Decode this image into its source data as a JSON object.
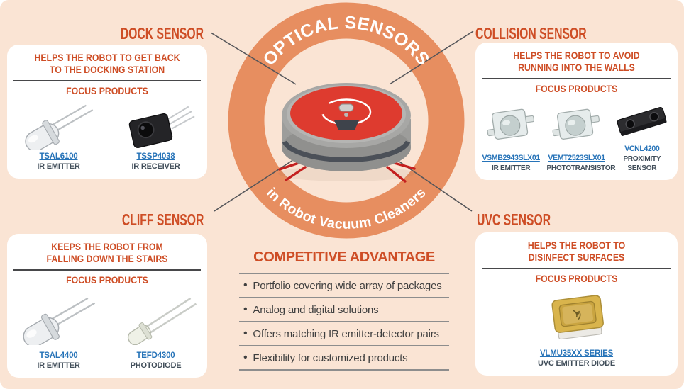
{
  "center": {
    "title": "OPTICAL SENSORS",
    "subtitle": "in Robot Vacuum Cleaners",
    "image": "robot-vacuum-cleaner"
  },
  "sections": {
    "dock": {
      "label": "DOCK SENSOR",
      "description_line1": "HELPS THE ROBOT TO GET BACK",
      "description_line2": "TO THE DOCKING STATION",
      "focus_label": "FOCUS PRODUCTS",
      "products": [
        {
          "name": "TSAL6100",
          "type": "IR EMITTER",
          "image": "through-hole-ir-led"
        },
        {
          "name": "TSSP4038",
          "type": "IR RECEIVER",
          "image": "ir-receiver-module"
        }
      ]
    },
    "collision": {
      "label": "COLLISION SENSOR",
      "description_line1": "HELPS THE ROBOT TO AVOID",
      "description_line2": "RUNNING INTO THE WALLS",
      "focus_label": "FOCUS PRODUCTS",
      "products": [
        {
          "name": "VSMB2943SLX01",
          "type": "IR EMITTER",
          "image": "smd-dome-led"
        },
        {
          "name": "VEMT2523SLX01",
          "type": "PHOTOTRANSISTOR",
          "image": "smd-dome-led"
        },
        {
          "name": "VCNL4200",
          "type": "PROXIMITY SENSOR",
          "image": "proximity-sensor-module"
        }
      ]
    },
    "cliff": {
      "label": "CLIFF SENSOR",
      "description_line1": "KEEPS THE ROBOT FROM",
      "description_line2": "FALLING DOWN THE STAIRS",
      "focus_label": "FOCUS PRODUCTS",
      "products": [
        {
          "name": "TSAL4400",
          "type": "IR EMITTER",
          "image": "through-hole-ir-led"
        },
        {
          "name": "TEFD4300",
          "type": "PHOTODIODE",
          "image": "photodiode-leaded"
        }
      ]
    },
    "uvc": {
      "label": "UVC SENSOR",
      "description_line1": "HELPS THE ROBOT TO",
      "description_line2": "DISINFECT SURFACES",
      "focus_label": "FOCUS PRODUCTS",
      "products": [
        {
          "name": "VLMU35XX SERIES",
          "type": "UVC EMITTER DIODE",
          "image": "uvc-smd-gold-package"
        }
      ]
    }
  },
  "competitive_advantage": {
    "title": "COMPETITIVE ADVANTAGE",
    "bullets": [
      "Portfolio covering wide array of packages",
      "Analog and digital solutions",
      "Offers matching IR emitter-detector pairs",
      "Flexibility for customized products"
    ]
  },
  "colors": {
    "background": "#FAE4D4",
    "ring_orange": "#E78E60",
    "accent_orange_red": "#CE4D25",
    "link_blue": "#2673B8",
    "dark_slate": "#414E5A",
    "bullet_text": "#3F3F3F",
    "robot_red": "#DE3B2F"
  }
}
